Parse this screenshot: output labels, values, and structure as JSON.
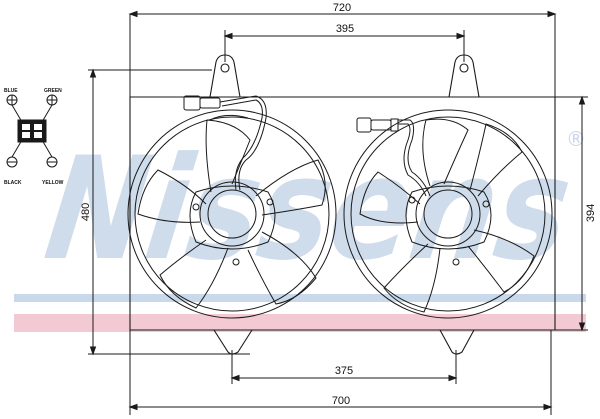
{
  "dimensions": {
    "overall_width_top": "720",
    "mount_spacing_top": "395",
    "overall_height": "480",
    "shroud_height": "394",
    "mount_spacing_bottom": "375",
    "overall_width_bottom": "700"
  },
  "connector": {
    "pins": {
      "blue": "BLUE",
      "green": "GREEN",
      "black": "BLACK",
      "yellow": "YELLOW"
    }
  },
  "watermark": {
    "text": "Nissens",
    "registered": "®",
    "colors": {
      "text": "#c7d6e8",
      "stripe_blue": "#c9d8ea",
      "stripe_pink": "#f3c9d4"
    }
  }
}
